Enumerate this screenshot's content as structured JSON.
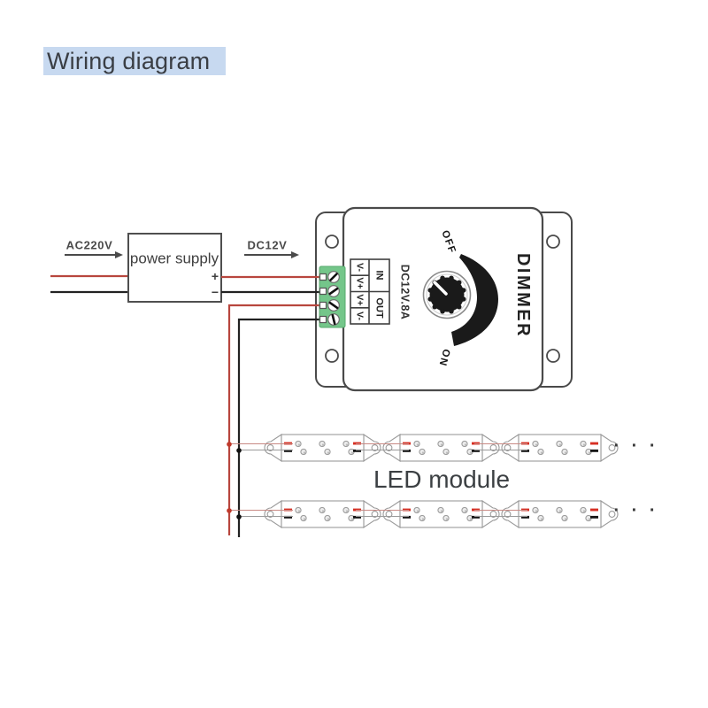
{
  "title": {
    "text": "Wiring diagram"
  },
  "power": {
    "input_label": "AC220V",
    "box_label": "power supply",
    "output_label": "DC12V",
    "plus": "+",
    "minus": "−"
  },
  "dimmer": {
    "name": "DIMMER",
    "rating": "DC12V.8A",
    "off": "OFF",
    "on": "ON",
    "in_label": "IN",
    "out_label": "OUT",
    "pins": [
      "V-",
      "V+",
      "V+",
      "V-"
    ]
  },
  "led": {
    "caption": "LED module",
    "more": "· · ·"
  },
  "colors": {
    "title_highlight": "#c7d9f0",
    "wire_red": "#b8463e",
    "wire_black": "#222222",
    "stub_red": "#d62f23",
    "terminal_green": "#74c68a",
    "outline_dark": "#4a4a4a",
    "outline_light": "#9a9a9a"
  }
}
